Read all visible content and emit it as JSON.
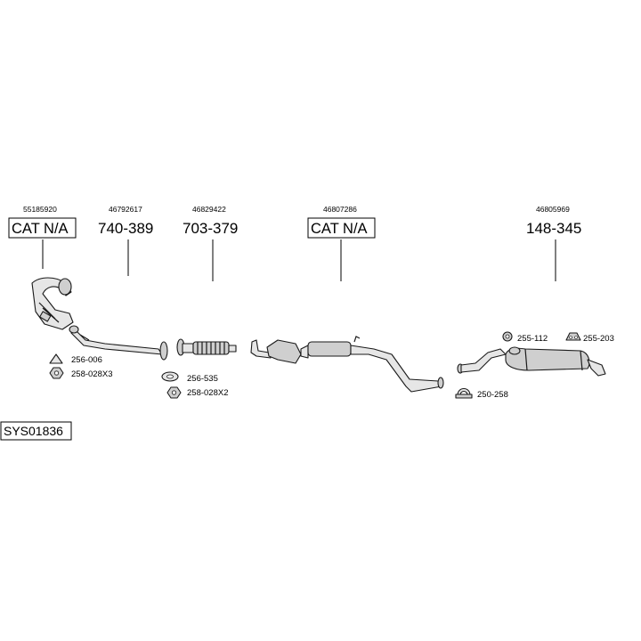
{
  "parts": [
    {
      "oe": "55185920",
      "label": "CAT N/A",
      "boxed": true
    },
    {
      "oe": "46792617",
      "label": "740-389",
      "boxed": false
    },
    {
      "oe": "46829422",
      "label": "703-379",
      "boxed": false
    },
    {
      "oe": "46807286",
      "label": "CAT N/A",
      "boxed": true
    },
    {
      "oe": "46805969",
      "label": "148-345",
      "boxed": false
    }
  ],
  "accessories": [
    {
      "code": "256-006",
      "icon": "triangle-gasket-icon"
    },
    {
      "code": "258-028X3",
      "icon": "hex-nut-icon"
    },
    {
      "code": "256-535",
      "icon": "oval-gasket-icon"
    },
    {
      "code": "258-028X2",
      "icon": "hex-nut-icon"
    },
    {
      "code": "255-112",
      "icon": "rubber-ring-icon"
    },
    {
      "code": "255-203",
      "icon": "rubber-hanger-icon"
    },
    {
      "code": "250-258",
      "icon": "clamp-icon"
    }
  ],
  "system_code": "SYS01836"
}
